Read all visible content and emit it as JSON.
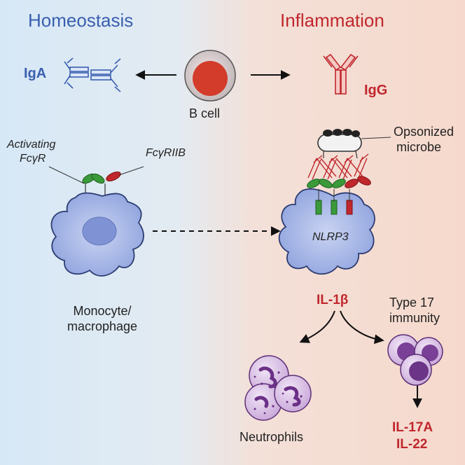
{
  "headers": {
    "left": "Homeostasis",
    "right": "Inflammation"
  },
  "antibodies": {
    "left": "IgA",
    "right": "IgG"
  },
  "bcell": "B cell",
  "receptors": {
    "activating_line1": "Activating",
    "activating_line2": "FcγR",
    "inhibitory": "FcγRIIB"
  },
  "microbe": {
    "line1": "Opsonized",
    "line2": "microbe"
  },
  "nlrp3": "NLRP3",
  "monocyte": {
    "line1": "Monocyte/",
    "line2": "macrophage"
  },
  "cytokine": "IL-1β",
  "type17": {
    "line1": "Type 17",
    "line2": "immunity"
  },
  "neutrophils": "Neutrophils",
  "outputs": {
    "line1": "IL-17A",
    "line2": "IL-22"
  },
  "colors": {
    "left_bg": "#dbeaf6",
    "right_bg": "#f5ddd2",
    "blue": "#3a5fb0",
    "red": "#c0272d",
    "cell": "#a9b9e6",
    "purple": "#7a3f96"
  }
}
